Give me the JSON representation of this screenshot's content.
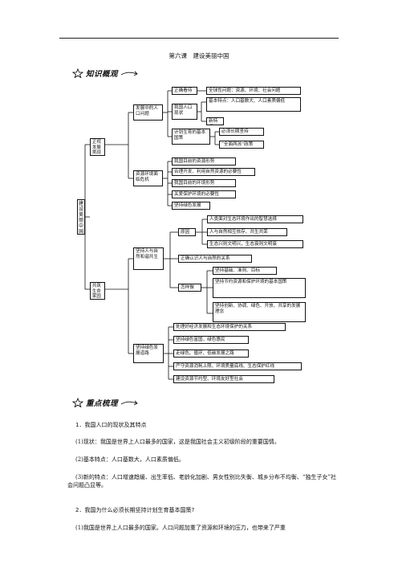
{
  "page_title": "第六课　建设美丽中国",
  "sections": {
    "knowledge_overview": "知识概观",
    "key_points": "重点梳理"
  },
  "mindmap": {
    "root": "建设美丽中国",
    "branch_challenge": "正视发展挑战",
    "branch_population": "发展中的人口问题",
    "pop_status": "全球性问题：资源、环境、社会问题",
    "pop_correct": "正确看待",
    "pop_current": "我国人口现状",
    "pop_basic": "基本特点：人口基数大、人口素质偏低",
    "pop_new": "新特点",
    "pop_policy": "计划生育的基本国策",
    "pop_long": "必须长期坚持",
    "pop_twochild": "“全面两孩”政策",
    "branch_resource": "资源环境面临危机",
    "res_1": "我国目前的资源形势",
    "res_2": "合理开发、利用自然资源的必要性",
    "res_3": "我国目前的环境形势",
    "res_4": "关爱保护环境的必要性",
    "res_5": "坚持绿色发展",
    "branch_community": "共筑生命家园",
    "branch_harmony": "坚持人与自然和谐共生",
    "harm_reason": "原因",
    "harm_r1": "人类面对生态环境作出的智慧选择",
    "harm_r2": "人与自然相互依存、共生共荣",
    "harm_r3": "生态兴则文明兴，生态衰则文明衰",
    "harm_understand": "正确认识人与自然的关系",
    "harm_how": "怎样做",
    "harm_h1": "坚持基础、准则、目标",
    "harm_h2": "坚持节约资源和保护环境的基本国策",
    "harm_h3": "坚持创新、协调、绿色、开放、共享的发展理念",
    "branch_green": "坚持绿色发展道路",
    "green_1": "处理好经济发展和生态环境保护的关系",
    "green_2": "坚持绿色富国，绿色惠民",
    "green_3": "走绿色、循环、低碳发展之路",
    "green_4": "严守资源消耗上限、环境质量底线、生态保护红线",
    "green_5": "建设资源节约型、环境友好型社会"
  },
  "body": {
    "q1": "1．我国人口的现状及其特点",
    "p1": "(1)现状：我国是世界上人口最多的国家，这是我国社会主义初级阶段的重要国情。",
    "p2": "(2)基本特点：人口基数大，人口素质偏低。",
    "p3": "(3)新的特点：人口增速趋缓、出生率低、老龄化加剧、男女性别比失衡、城乡分布不均衡、“独生子女”社会问题凸显等。",
    "q2": "2．我国为什么必须长期坚持计划生育基本国策?",
    "p4": "(1)我国是世界上人口最多的国家。人口问题加重了资源和环境的压力，也带来了严重"
  }
}
